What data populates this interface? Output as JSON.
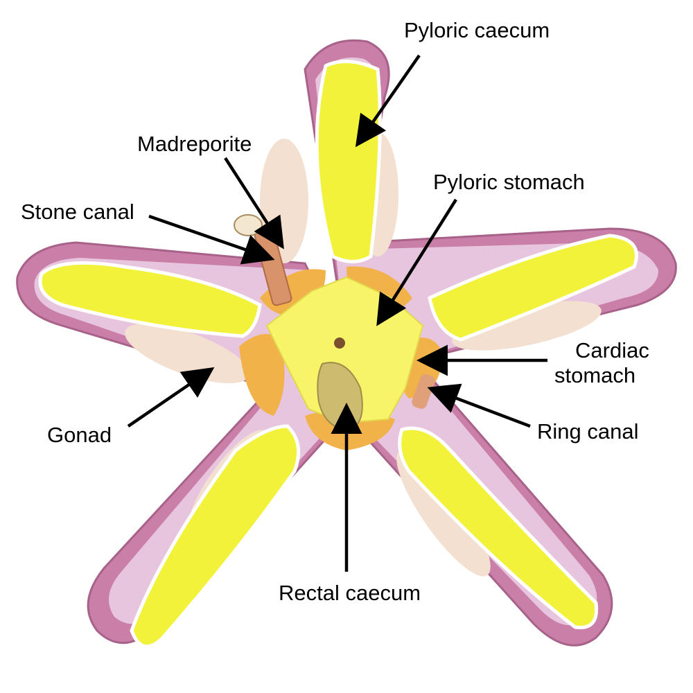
{
  "labels": {
    "pyloric_caecum": "Pyloric caecum",
    "madreporite": "Madreporite",
    "pyloric_stomach": "Pyloric stomach",
    "stone_canal": "Stone canal",
    "cardiac_stomach_line1": "Cardiac",
    "cardiac_stomach_line2": "stomach",
    "gonad": "Gonad",
    "ring_canal": "Ring canal",
    "rectal_caecum": "Rectal caecum"
  },
  "colors": {
    "background": "#ffffff",
    "body_outer": "#c97fa8",
    "body_inner": "#e8c5de",
    "pyloric_caecum": "#f2f23a",
    "cardiac_stomach": "#f2b24a",
    "pyloric_stomach": "#f7f46a",
    "gonad": "#f3e0d0",
    "stone_canal": "#d9936a",
    "rectal_caecum": "#cdbb70",
    "arrow": "#000000"
  }
}
